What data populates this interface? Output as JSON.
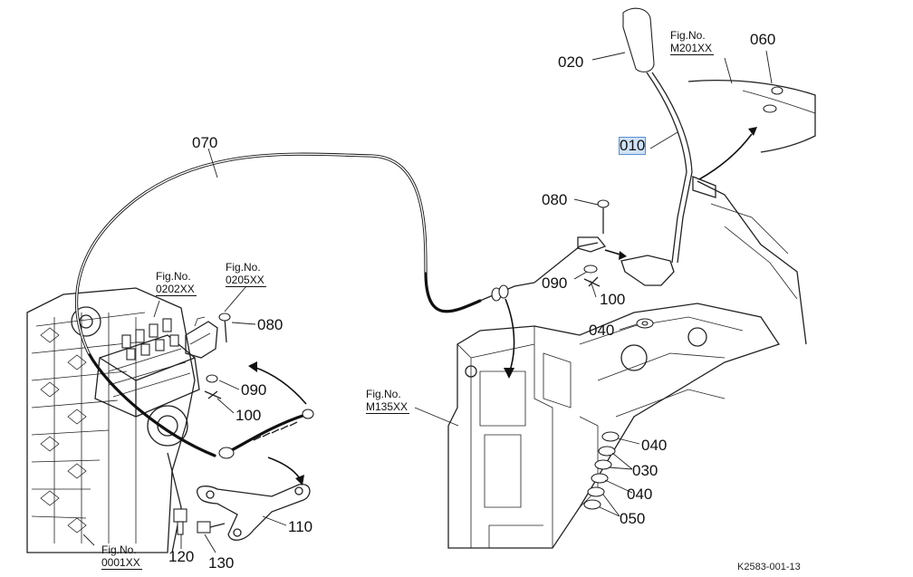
{
  "parts": {
    "p010": "010",
    "p020": "020",
    "p030": "030",
    "p040a": "040",
    "p040b": "040",
    "p040c": "040",
    "p050": "050",
    "p060": "060",
    "p070": "070",
    "p080a": "080",
    "p080b": "080",
    "p090a": "090",
    "p090b": "090",
    "p100a": "100",
    "p100b": "100",
    "p110": "110",
    "p120": "120",
    "p130": "130"
  },
  "figs": {
    "prefix": "Fig.No.",
    "m201": "M201XX",
    "f0202": "0202XX",
    "f0205": "0205XX",
    "m135": "M135XX",
    "f0001": "0001XX"
  },
  "drawing_ref": "K2583-001-13",
  "highlight_color": "#cfe2f7"
}
